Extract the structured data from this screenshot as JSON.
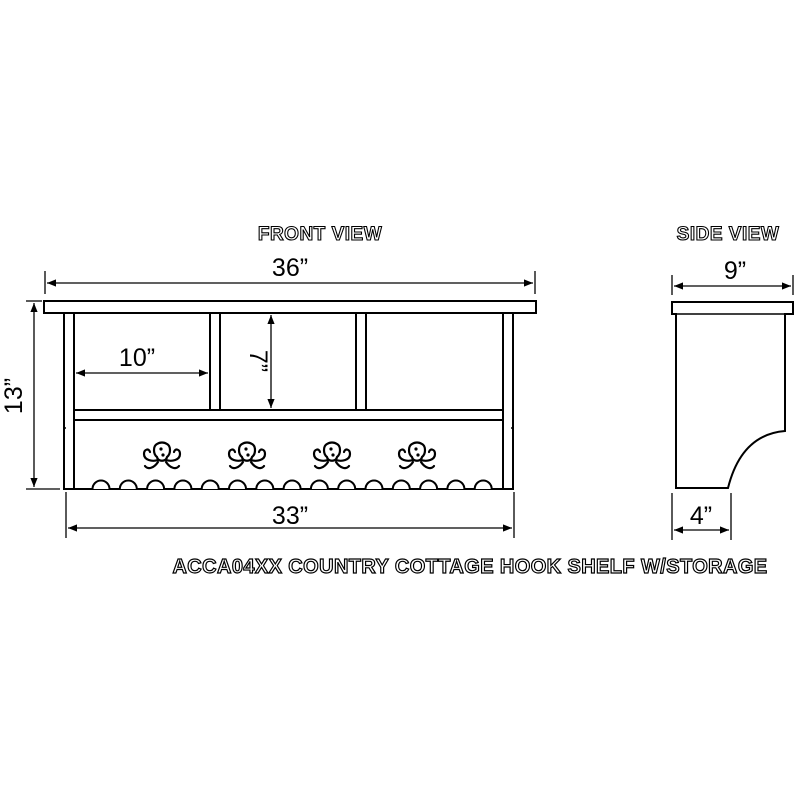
{
  "front_view": {
    "title": "FRONT VIEW",
    "dimensions": {
      "overall_width": "36”",
      "inner_width": "33”",
      "height": "13”",
      "cubby_width": "10”",
      "cubby_height": "7”"
    },
    "cubby_count": 3,
    "hook_count": 4
  },
  "side_view": {
    "title": "SIDE VIEW",
    "dimensions": {
      "top_depth": "9”",
      "bottom_depth": "4”"
    }
  },
  "caption": "ACCA04XX COUNTRY COTTAGE HOOK SHELF W/STORAGE"
}
